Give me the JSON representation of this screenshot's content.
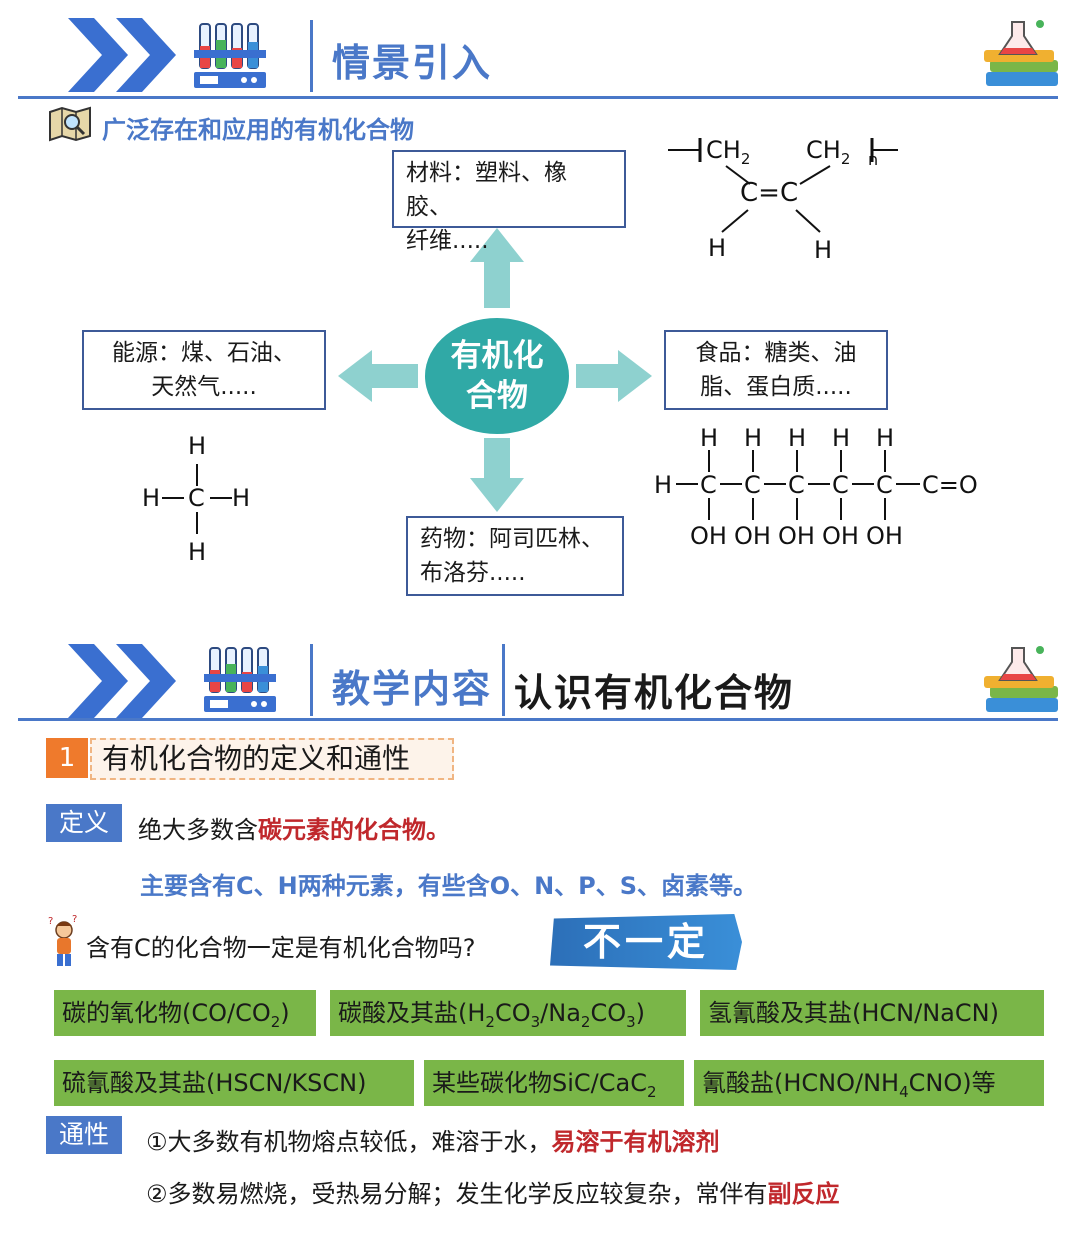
{
  "section1": {
    "title": "情景引入"
  },
  "subtitle": "广泛存在和应用的有机化合物",
  "center": {
    "line1": "有机化",
    "line2": "合物"
  },
  "boxes": {
    "materials": {
      "line1": "材料：塑料、橡胶、",
      "line2": "纤维....."
    },
    "energy": {
      "line1": "能源：煤、石油、",
      "line2": "天然气....."
    },
    "food": {
      "line1": "食品：糖类、油",
      "line2": "脂、蛋白质....."
    },
    "medicine": {
      "line1": "药物：阿司匹林、",
      "line2": "布洛芬....."
    }
  },
  "rubber": {
    "ch2_left": "CH",
    "sub2a": "2",
    "ch2_right": "CH",
    "sub2b": "2",
    "n": "n",
    "cc": "C=C",
    "h": "H"
  },
  "methane": {
    "h": "H",
    "c": "C"
  },
  "glucose": {
    "h": "H",
    "c": "C",
    "end": "C=O",
    "oh": "OH"
  },
  "section2": {
    "title": "教学内容",
    "subtitle": "认识有机化合物"
  },
  "sec1": {
    "num": "1",
    "title": "有机化合物的定义和通性"
  },
  "definition": {
    "tag": "定义",
    "line1_plain": "绝大多数含",
    "line1_red": "碳元素的化合物。",
    "line2": "主要含有C、H两种元素，有些含O、N、P、S、卤素等。"
  },
  "question": {
    "text": "含有C的化合物一定是有机化合物吗?",
    "answer": "不一定"
  },
  "exceptions": {
    "e1": {
      "a": "碳的氧化物(CO/CO",
      "s1": "2",
      "b": ")"
    },
    "e2": {
      "a": "碳酸及其盐(H",
      "s1": "2",
      "b": "CO",
      "s2": "3",
      "c": "/Na",
      "s3": "2",
      "d": "CO",
      "s4": "3",
      "e": ")"
    },
    "e3": "氢氰酸及其盐(HCN/NaCN)",
    "e4": "硫氰酸及其盐(HSCN/KSCN)",
    "e5": {
      "a": "某些碳化物SiC/CaC",
      "s1": "2"
    },
    "e6": {
      "a": "氰酸盐(HCNO/NH",
      "s1": "4",
      "b": "CNO)等"
    }
  },
  "general": {
    "tag": "通性",
    "line1_plain": "①大多数有机物熔点较低，难溶于水，",
    "line1_red": "易溶于有机溶剂",
    "line2_plain": "②多数易燃烧，受热易分解；发生化学反应较复杂，常伴有",
    "line2_red": "副反应"
  }
}
